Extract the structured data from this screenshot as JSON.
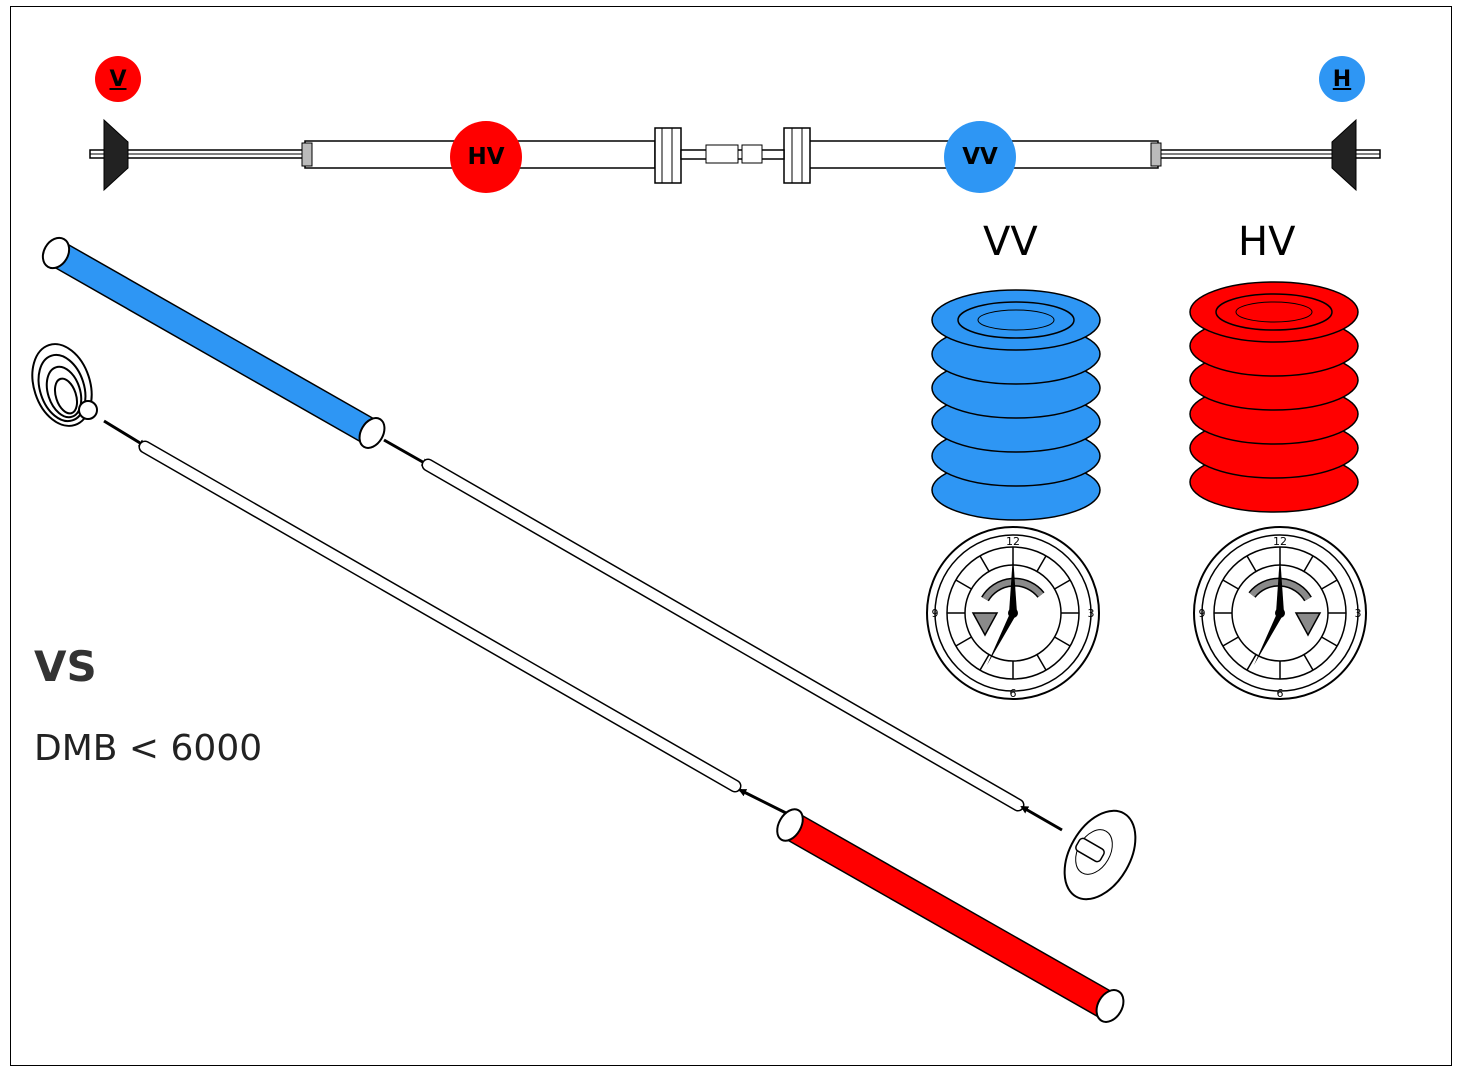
{
  "colors": {
    "red": "#ff0000",
    "blue": "#2e96f4",
    "white": "#ffffff",
    "line": "#000000",
    "arrow_gray": "#8a8a8a"
  },
  "top_view": {
    "left_badge": {
      "label": "V",
      "color": "red"
    },
    "right_badge": {
      "label": "H",
      "color": "blue"
    },
    "left_tube_badge": {
      "label": "HV",
      "color": "red"
    },
    "right_tube_badge": {
      "label": "VV",
      "color": "blue"
    }
  },
  "springs": [
    {
      "label": "VV",
      "color": "blue",
      "winding": "left"
    },
    {
      "label": "HV",
      "color": "red",
      "winding": "right"
    }
  ],
  "clocks": [
    {
      "for": "VV",
      "numbers": [
        "12",
        "3",
        "6",
        "9"
      ],
      "rotation": "counterclockwise"
    },
    {
      "for": "HV",
      "numbers": [
        "12",
        "3",
        "6",
        "9"
      ],
      "rotation": "clockwise"
    }
  ],
  "side_text": {
    "title": "VS",
    "condition": "DMB < 6000"
  },
  "icons": [
    "spring-blue-icon",
    "spring-red-icon",
    "clock-icon",
    "suction-cup-icon",
    "tube-icon",
    "arrow-icon"
  ]
}
